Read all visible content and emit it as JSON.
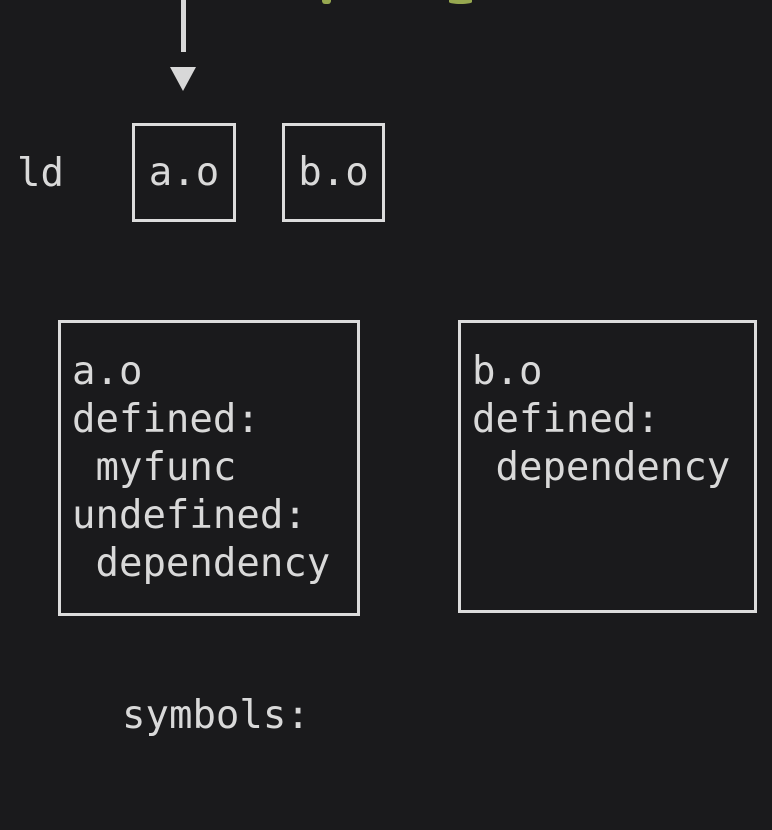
{
  "canvas": {
    "background_color": "#1a1a1c",
    "text_color": "#d9d9d9",
    "border_color": "#dcdcdc",
    "arrow_color": "#d8d8d8",
    "clipped_green_color": "#97a850"
  },
  "linker": {
    "label": "ld"
  },
  "object_files": [
    {
      "label": "a.o"
    },
    {
      "label": "b.o"
    }
  ],
  "symbol_tables": [
    {
      "title": "a.o",
      "lines": [
        "a.o",
        "defined:",
        " myfunc",
        "undefined:",
        " dependency"
      ]
    },
    {
      "title": "b.o",
      "lines": [
        "b.o",
        "defined:",
        " dependency"
      ]
    }
  ],
  "footer": {
    "symbols_label": "symbols:"
  },
  "decor": {
    "arrow_direction": "down",
    "green_fragments_note": "two partially clipped green glyph descenders at top edge"
  }
}
